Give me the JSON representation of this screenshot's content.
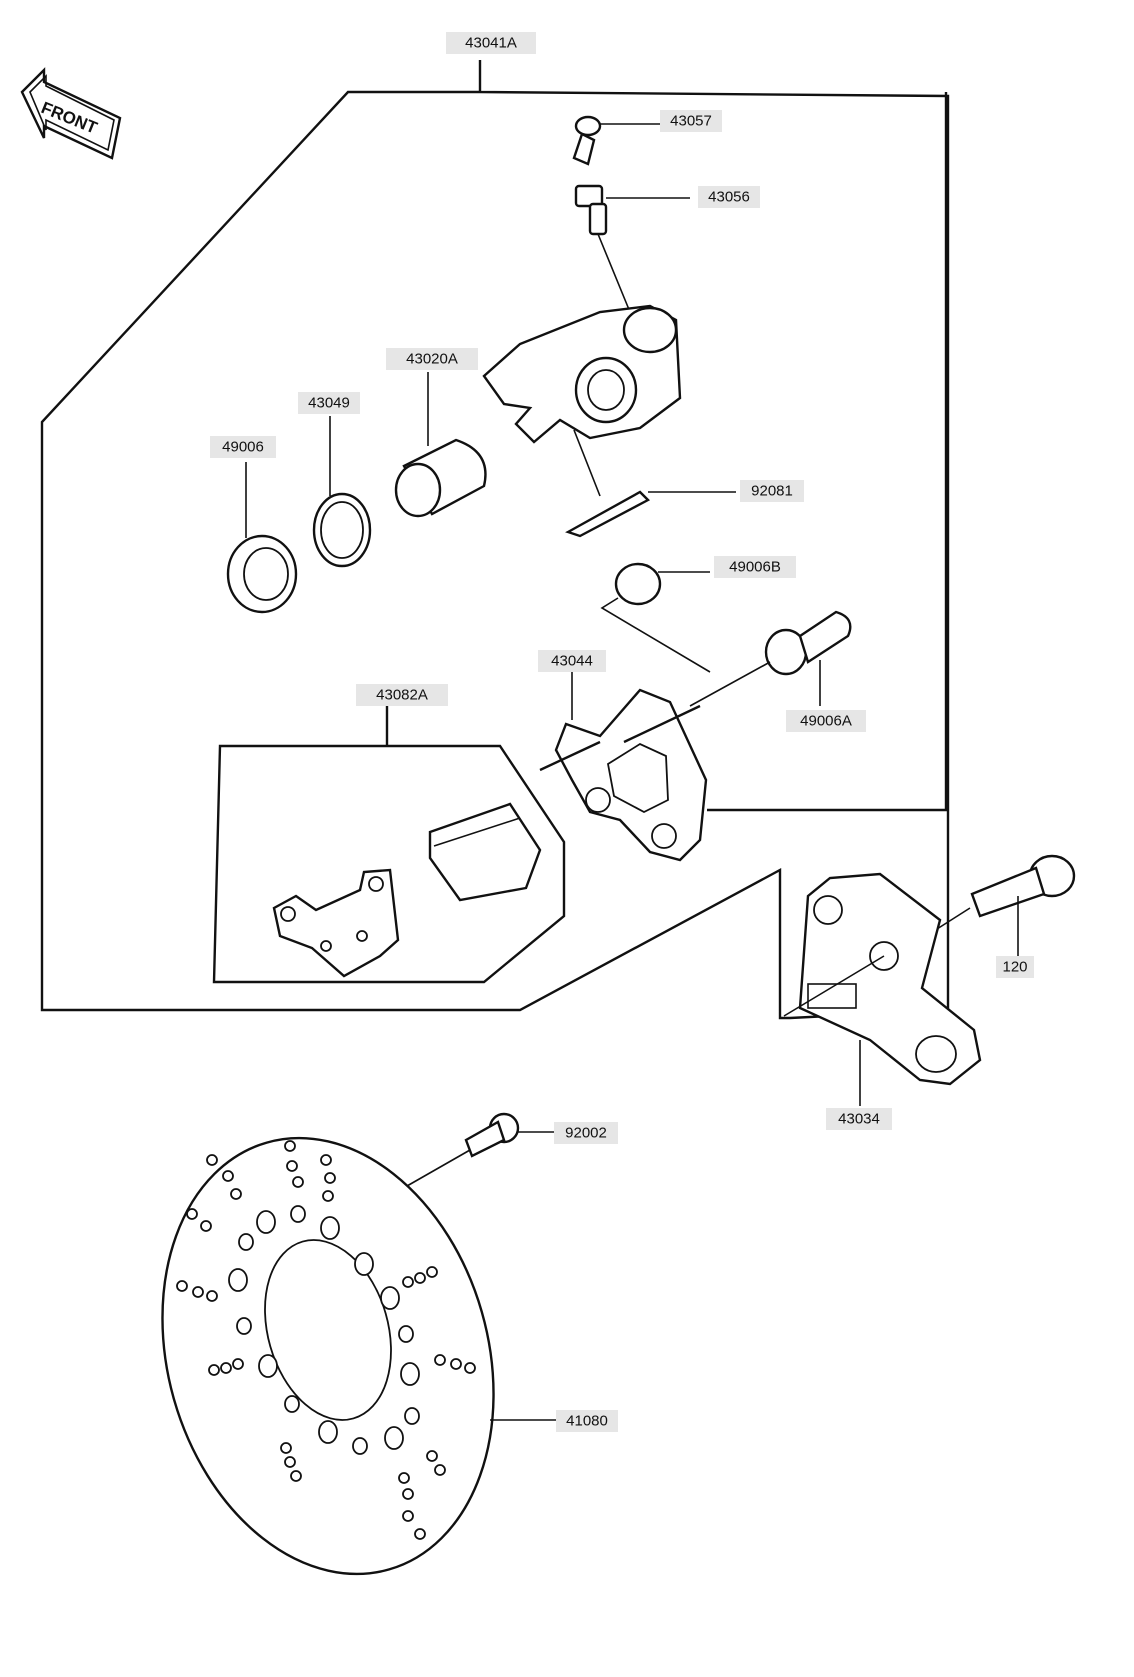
{
  "front_arrow": {
    "text": "FRONT",
    "icon": "front-arrow-icon"
  },
  "colors": {
    "ink": "#111111",
    "label_bg": "#e6e6e6",
    "paper": "#ffffff"
  },
  "labels": {
    "p43041A": "43041A",
    "p43057": "43057",
    "p43056": "43056",
    "p43020A": "43020A",
    "p43049": "43049",
    "p49006": "49006",
    "p92081": "92081",
    "p49006B": "49006B",
    "p43044": "43044",
    "p49006A": "49006A",
    "p43082A": "43082A",
    "p120": "120",
    "p43034": "43034",
    "p92002": "92002",
    "p41080": "41080"
  }
}
